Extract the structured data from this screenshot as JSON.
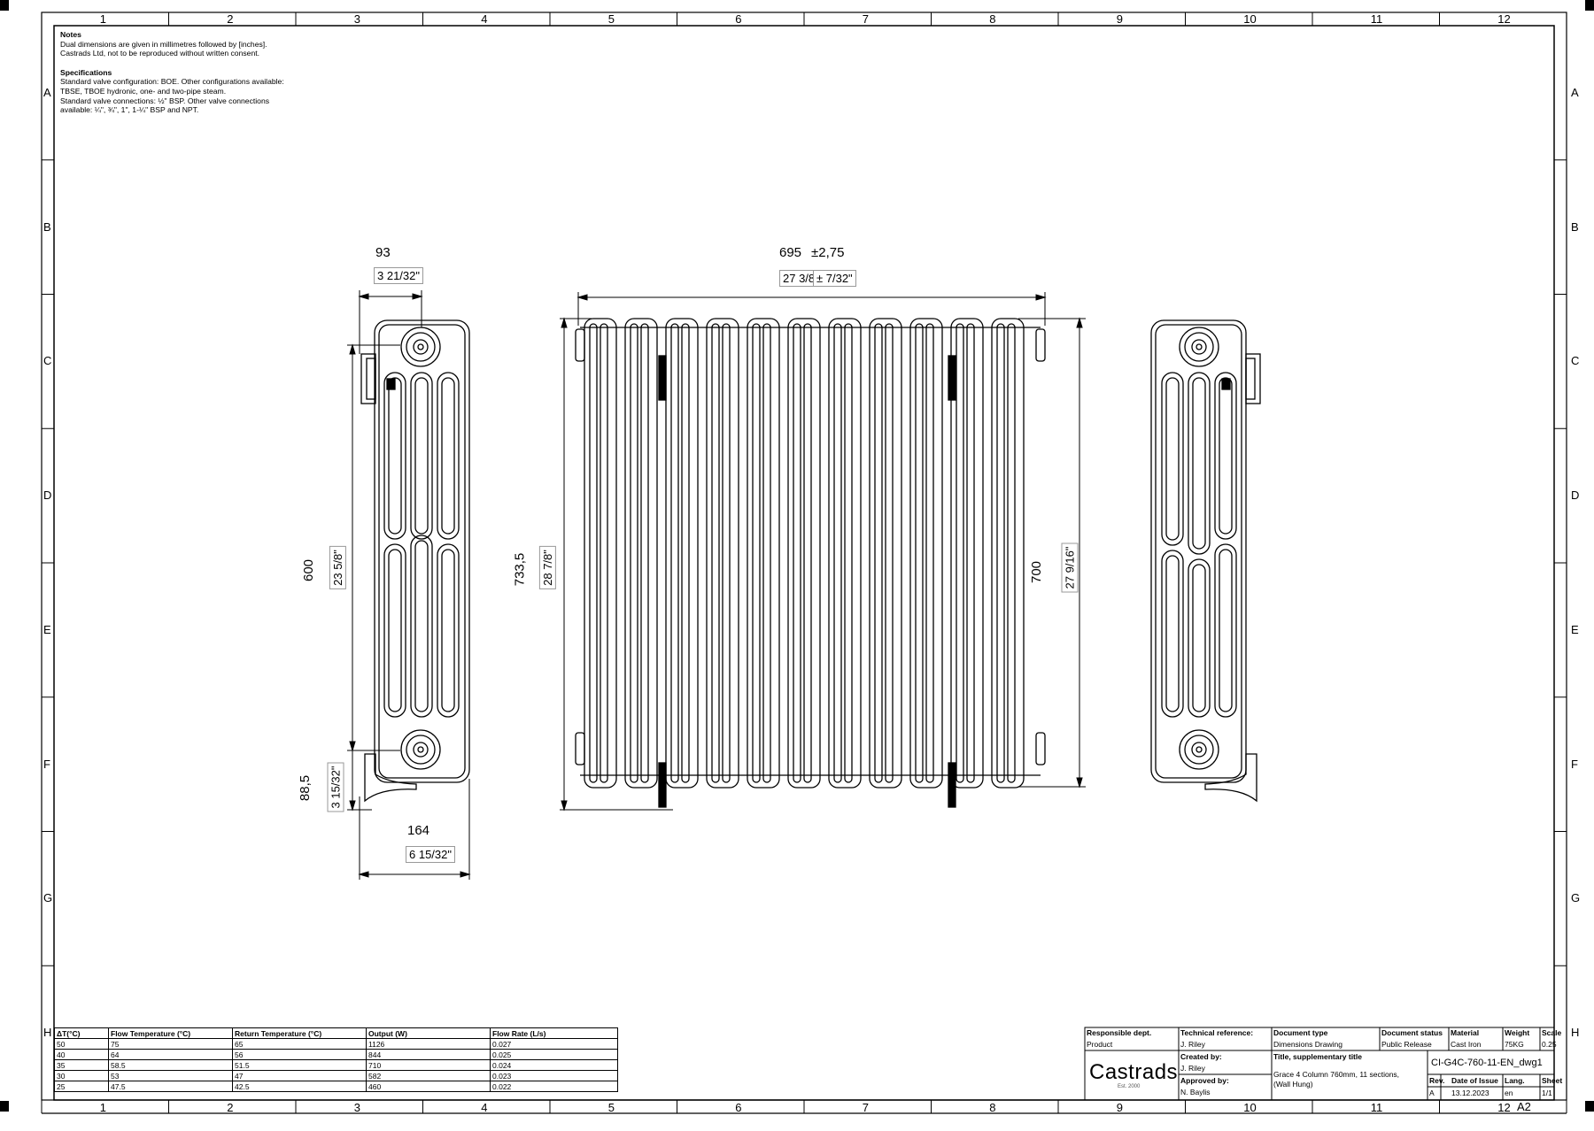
{
  "grid": {
    "columns": [
      "1",
      "2",
      "3",
      "4",
      "5",
      "6",
      "7",
      "8",
      "9",
      "10",
      "11",
      "12"
    ],
    "rows": [
      "A",
      "B",
      "C",
      "D",
      "E",
      "F",
      "G",
      "H"
    ]
  },
  "notes": {
    "heading": "Notes",
    "lines": [
      "Dual dimensions are given in millimetres followed by [inches].",
      "Castrads Ltd, not to be reproduced without written consent."
    ],
    "spec_heading": "Specifications",
    "spec_lines": [
      "Standard valve configuration: BOE. Other configurations available:",
      "TBSE, TBOE hydronic, one- and two-pipe steam.",
      "Standard valve connections: ½\" BSP. Other valve connections",
      "available: ¼\", ¾\", 1\", 1-¼\" BSP and NPT."
    ]
  },
  "dimensions": {
    "side_width": "93",
    "side_width_in": "3 21/32\"",
    "side_height": "600",
    "side_height_in": "23 5/8\"",
    "bracket_height": "88,5",
    "bracket_height_in": "3 15/32\"",
    "depth": "164",
    "depth_in": "6 15/32\"",
    "front_width": "695",
    "front_width_tol": "±2,75",
    "front_width_in": "27 3/8\"",
    "front_width_tol_in": "± 7/32\"",
    "overall_height": "733,5",
    "overall_height_in": "28 7/8\"",
    "section_height": "700",
    "section_height_in": "27 9/16\""
  },
  "performance_table": {
    "headers": [
      "ΔT(°C)",
      "Flow Temperature (°C)",
      "Return Temperature (°C)",
      "Output (W)",
      "Flow Rate (L/s)"
    ],
    "rows": [
      [
        "50",
        "75",
        "65",
        "1126",
        "0.027"
      ],
      [
        "40",
        "64",
        "56",
        "844",
        "0.025"
      ],
      [
        "35",
        "58.5",
        "51.5",
        "710",
        "0.024"
      ],
      [
        "30",
        "53",
        "47",
        "582",
        "0.023"
      ],
      [
        "25",
        "47.5",
        "42.5",
        "460",
        "0.022"
      ]
    ]
  },
  "title_block": {
    "responsible_dept_label": "Responsible dept.",
    "responsible_dept": "Product",
    "technical_reference_label": "Technical reference:",
    "technical_reference": "J. Riley",
    "document_type_label": "Document type",
    "document_type": "Dimensions Drawing",
    "document_status_label": "Document status",
    "document_status": "Public Release",
    "material_label": "Material",
    "material": "Cast Iron",
    "weight_label": "Weight",
    "weight": "75KG",
    "scale_label": "Scale",
    "scale": "0.25",
    "logo": "Castrads",
    "logo_sub": "Est. 2000",
    "created_by_label": "Created by:",
    "created_by": "J. Riley",
    "approved_by_label": "Approved by:",
    "approved_by": "N. Baylis",
    "title_label": "Title, supplementary title",
    "title_line1": "Grace 4 Column 760mm, 11 sections,",
    "title_line2": "(Wall Hung)",
    "drawing_number": "CI-G4C-760-11-EN_dwg1",
    "rev_label": "Rev.",
    "rev": "A",
    "date_label": "Date of Issue",
    "date": "13.12.2023",
    "lang_label": "Lang.",
    "lang": "en",
    "sheet_label": "Sheet",
    "sheet": "1/1",
    "paper_size": "A2"
  }
}
